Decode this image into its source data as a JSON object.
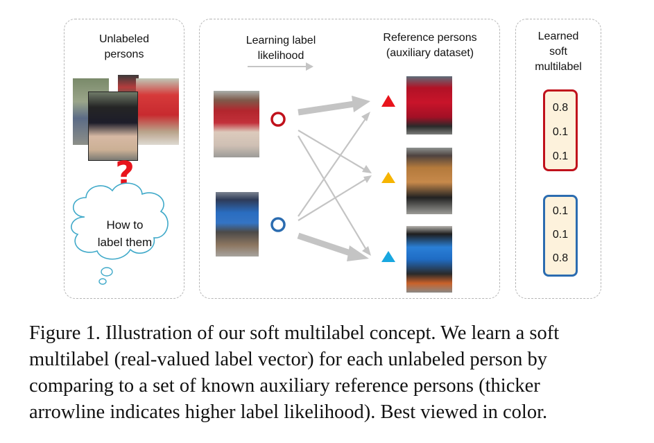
{
  "figure": {
    "left_panel": {
      "title_line1": "Unlabeled",
      "title_line2": "persons",
      "question_mark": "?",
      "thought_line1": "How to",
      "thought_line2": "label them"
    },
    "middle_panel": {
      "arrow_title_line1": "Learning label",
      "arrow_title_line2": "likelihood",
      "ref_title_line1": "Reference persons",
      "ref_title_line2": "(auxiliary dataset)"
    },
    "right_panel": {
      "title_line1": "Learned",
      "title_line2": "soft",
      "title_line3": "multilabel",
      "multilabel_1": [
        "0.8",
        "0.1",
        "0.1"
      ],
      "multilabel_2": [
        "0.1",
        "0.1",
        "0.8"
      ]
    },
    "colors": {
      "red": "#c0111b",
      "blue": "#2b6cb0",
      "triangle_red": "#e8141c",
      "triangle_yellow": "#f6b400",
      "triangle_cyan": "#19a7e0",
      "box_fill": "#fdf2dc",
      "arrow_gray": "#c4c4c4"
    }
  },
  "caption": {
    "line1": "Figure 1. Illustration of our soft multilabel concept. We learn a soft",
    "line2": "multilabel (real-valued label vector) for each unlabeled person by",
    "line3": "comparing to a set of known auxiliary reference persons (thicker",
    "line4": "arrowline indicates higher label likelihood). Best viewed in color."
  }
}
